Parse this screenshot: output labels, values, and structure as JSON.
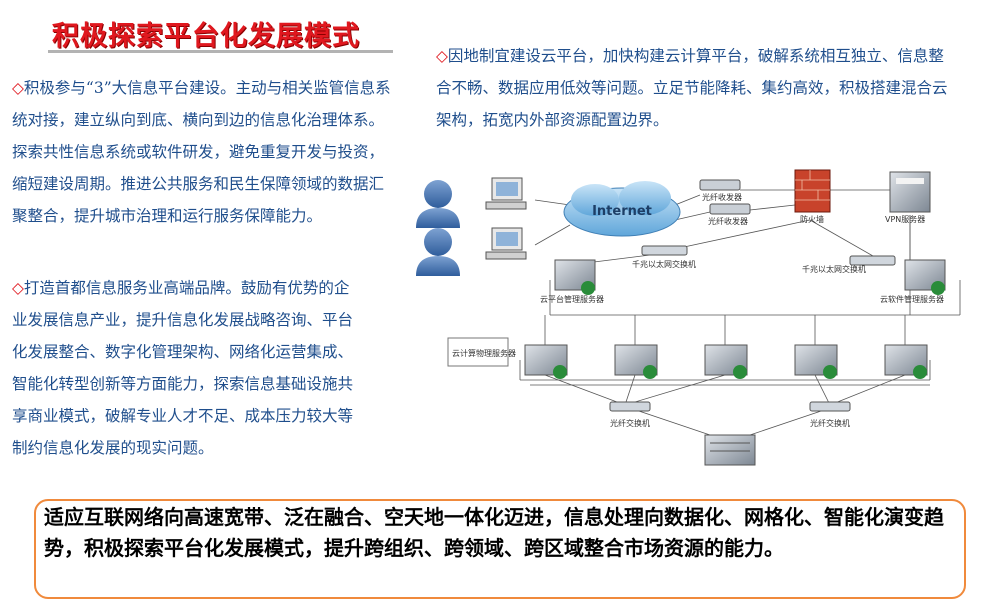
{
  "title": "积极探索平台化发展模式",
  "left_paragraphs": [
    {
      "marker": "◇",
      "text": "积极参与“3”大信息平台建设。主动与相关监管信息系统对接，建立纵向到底、横向到边的信息化治理体系。探索共性信息系统或软件研发，避免重复开发与投资，缩短建设周期。推进公共服务和民生保障领域的数据汇聚整合，提升城市治理和运行服务保障能力。"
    },
    {
      "marker": "◇",
      "text": "打造首都信息服务业高端品牌。鼓励有优势的企业发展信息产业，提升信息化发展战略咨询、平台化发展整合、数字化管理架构、网络化运营集成、智能化转型创新等方面能力，探索信息基础设施共享商业模式，破解专业人才不足、成本压力较大等制约信息化发展的现实问题。"
    }
  ],
  "right_paragraph": {
    "marker": "◇",
    "text": "因地制宜建设云平台，加快构建云计算平台，破解系统相互独立、信息整合不畅、数据应用低效等问题。立足节能降耗、集约高效，积极搭建混合云架构，拓宽内外部资源配置边界。"
  },
  "diagram": {
    "internet": "Internet",
    "fiber_transceiver_1": "光纤收发器",
    "fiber_transceiver_2": "光纤收发器",
    "firewall": "防火墙",
    "vpn_server": "VPN服务器",
    "switch_left": "千兆以太网交换机",
    "switch_right": "千兆以太网交换机",
    "cloud_mgmt_server": "云平台管理服务器",
    "cloud_sw_server": "云软件管理服务器",
    "physical_server": "云计算物理服务器",
    "fc_switch_1": "光纤交换机",
    "fc_switch_2": "光纤交换机"
  },
  "bottom_text": "适应互联网络向高速宽带、泛在融合、空天地一体化迈进，信息处理向数据化、网格化、智能化演变趋势，积极探索平台化发展模式，提升跨组织、跨领域、跨区域整合市场资源的能力。",
  "colors": {
    "title": "#e0181f",
    "body_text": "#1f4e8c",
    "bullet": "#e0181f",
    "box_border": "#f08a3c"
  }
}
